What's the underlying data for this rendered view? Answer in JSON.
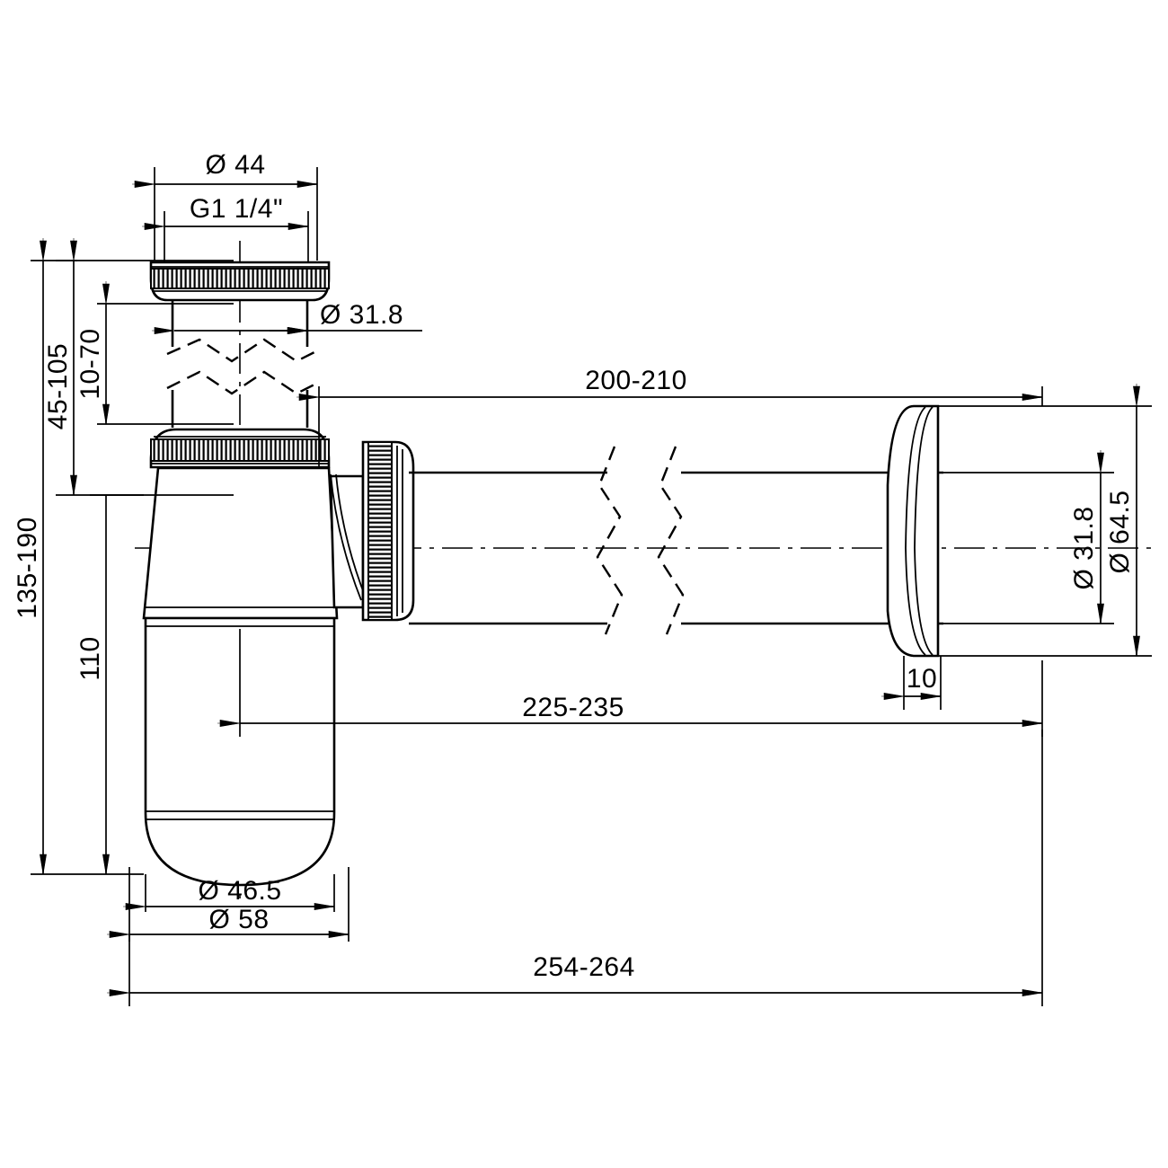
{
  "drawing": {
    "title": "Bottle trap technical dimension drawing",
    "units": "mm",
    "line_color": "#000000",
    "background_color": "#ffffff"
  },
  "dimensions": {
    "top_nut_outer": "Ø 44",
    "thread": "G1 1/4\"",
    "inlet_tube": "Ø 31.8",
    "telescopic_adjust": "10-70",
    "height_to_outlet": "45-105",
    "overall_height": "135-190",
    "cup_height": "110",
    "cup_inner": "Ø 46.5",
    "cup_outer": "Ø 58",
    "outlet_pipe_length": "200-210",
    "outlet_centre_length": "225-235",
    "overall_length": "254-264",
    "flange_thickness": "10",
    "outlet_pipe_dia": "Ø 31.8",
    "flange_dia": "Ø 64.5"
  },
  "labels": [
    {
      "id": "dim-d44",
      "text": "Ø 44",
      "orientation": "horizontal"
    },
    {
      "id": "dim-g114",
      "text": "G1 1/4\"",
      "orientation": "horizontal"
    },
    {
      "id": "dim-d318-inlet",
      "text": "Ø31.8",
      "orientation": "horizontal"
    },
    {
      "id": "dim-10-70",
      "text": "10-70",
      "orientation": "vertical"
    },
    {
      "id": "dim-45-105",
      "text": "45-105",
      "orientation": "vertical"
    },
    {
      "id": "dim-135-190",
      "text": "135-190",
      "orientation": "vertical"
    },
    {
      "id": "dim-110",
      "text": "110",
      "orientation": "vertical"
    },
    {
      "id": "dim-d465",
      "text": "Ø46.5",
      "orientation": "horizontal"
    },
    {
      "id": "dim-d58",
      "text": "Ø58",
      "orientation": "horizontal"
    },
    {
      "id": "dim-200-210",
      "text": "200-210",
      "orientation": "horizontal"
    },
    {
      "id": "dim-225-235",
      "text": "225-235",
      "orientation": "horizontal"
    },
    {
      "id": "dim-254-264",
      "text": "254-264",
      "orientation": "horizontal"
    },
    {
      "id": "dim-10",
      "text": "10",
      "orientation": "horizontal"
    },
    {
      "id": "dim-d318-out",
      "text": "Ø31.8",
      "orientation": "vertical"
    },
    {
      "id": "dim-d645",
      "text": "Ø64.5",
      "orientation": "vertical"
    }
  ],
  "components": [
    {
      "id": "top-knurled-nut",
      "name": "top compression nut"
    },
    {
      "id": "inlet-tube",
      "name": "telescopic inlet tube"
    },
    {
      "id": "lower-knurled-nut",
      "name": "lower compression nut"
    },
    {
      "id": "trap-body",
      "name": "trap body cone"
    },
    {
      "id": "trap-cup",
      "name": "removable cup"
    },
    {
      "id": "outlet-nut",
      "name": "outlet compression nut"
    },
    {
      "id": "outlet-pipe",
      "name": "outlet wall pipe"
    },
    {
      "id": "wall-flange",
      "name": "wall escutcheon flange"
    }
  ]
}
